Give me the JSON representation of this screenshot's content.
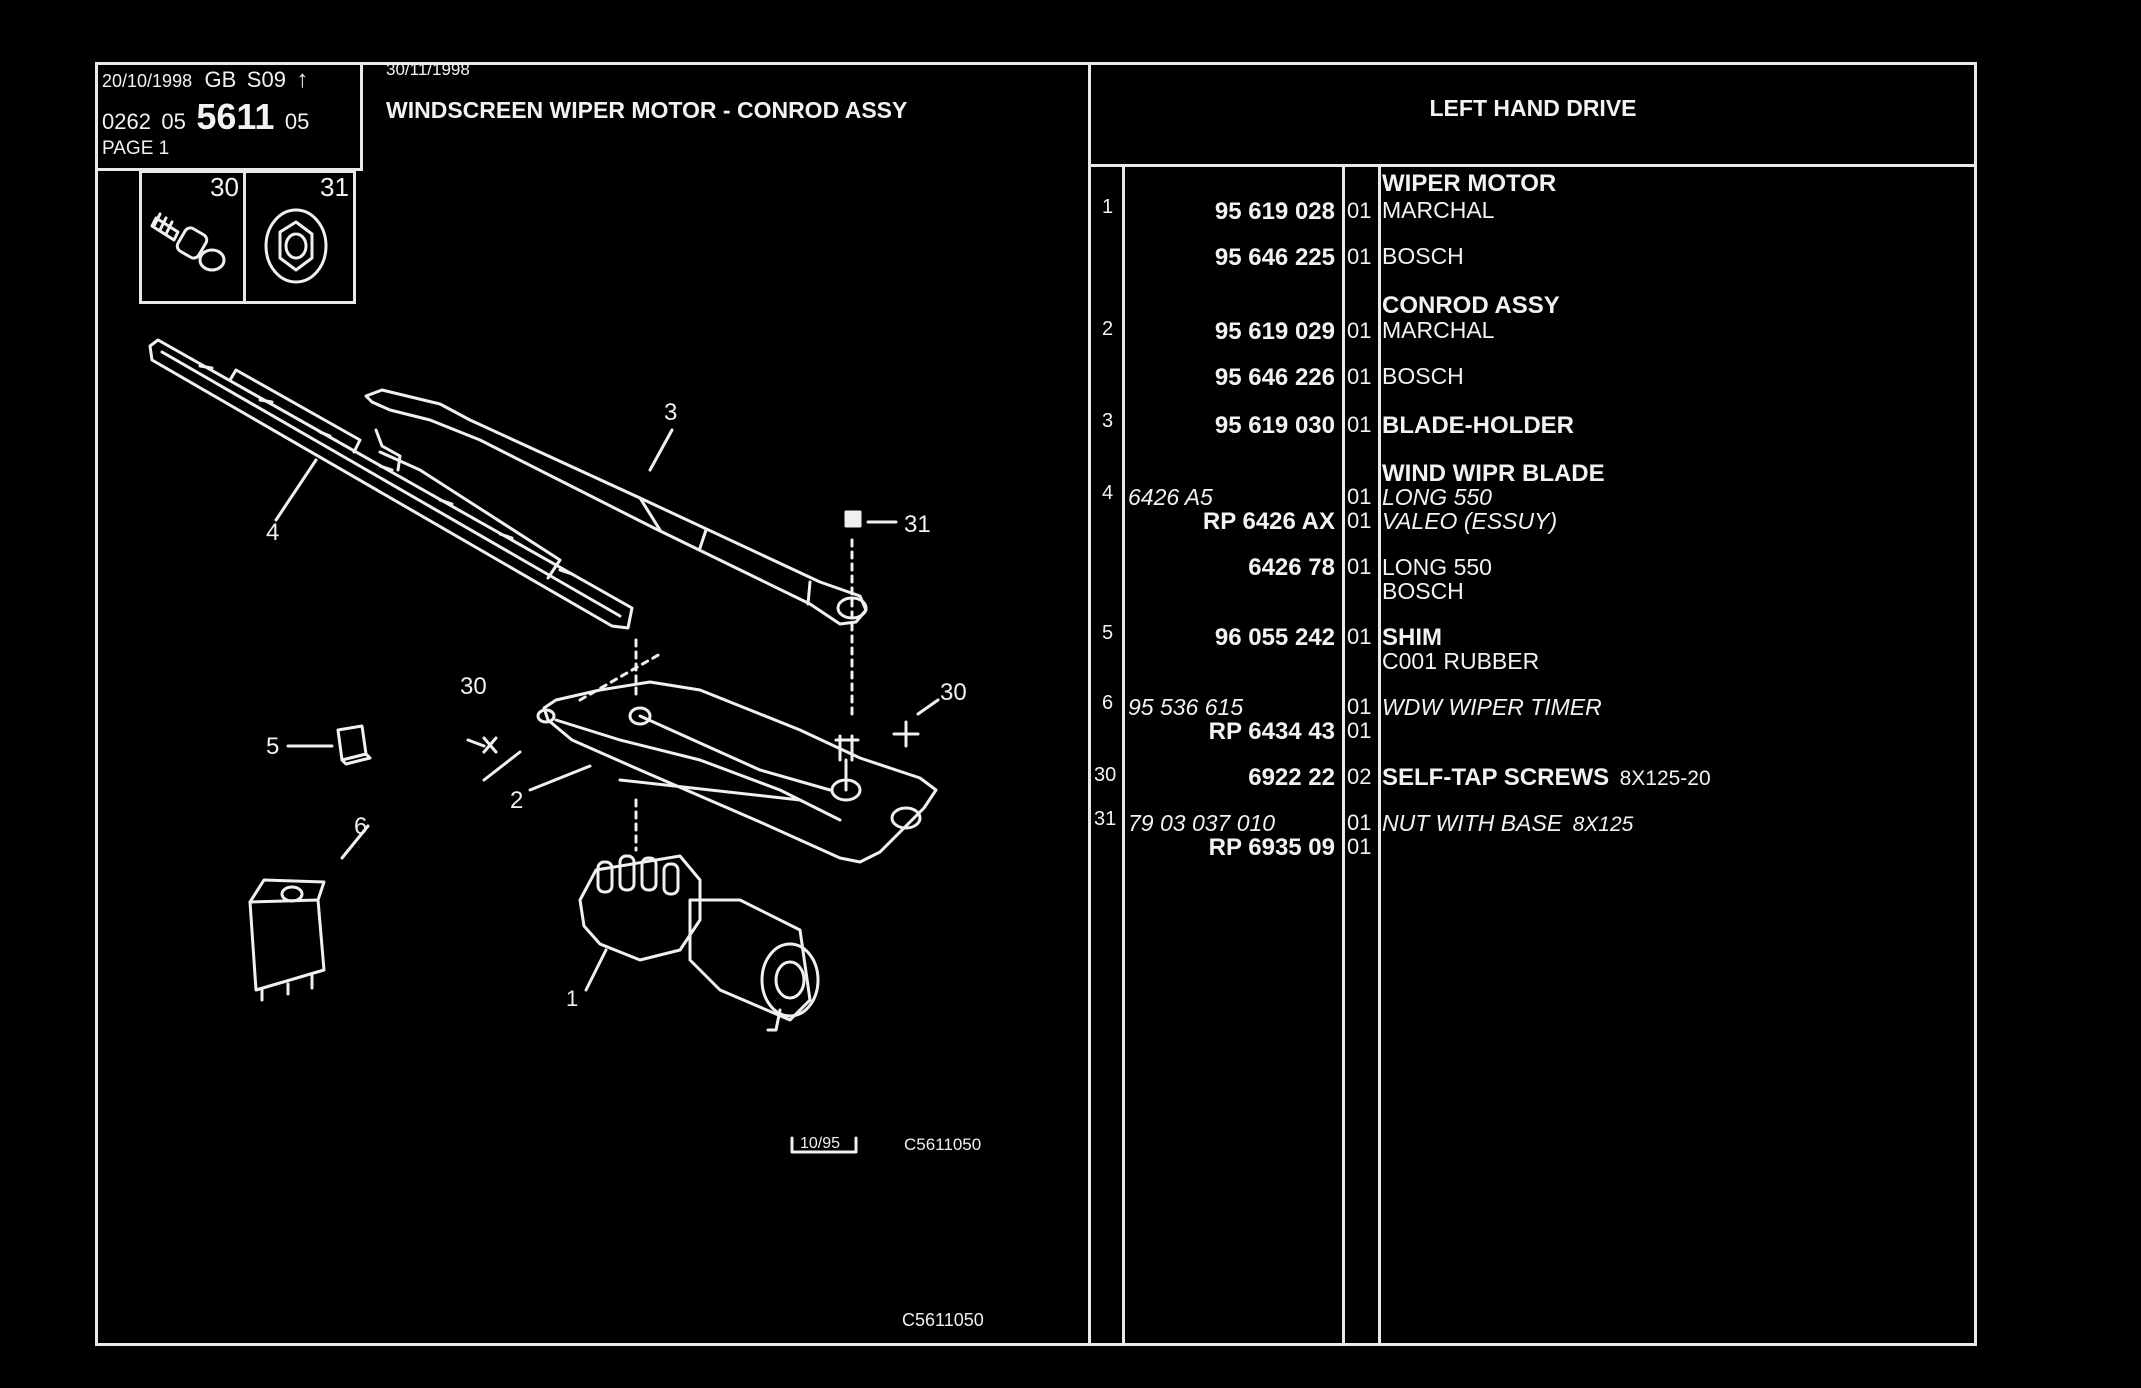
{
  "header": {
    "date1": "20/10/1998",
    "market": "GB",
    "season": "S09",
    "arrow": "↑",
    "code_a": "0262",
    "code_b": "05",
    "code_main": "5611",
    "code_c": "05",
    "page": "PAGE 1",
    "date2": "30/11/1998",
    "title": "WINDSCREEN WIPER MOTOR - CONROD ASSY",
    "drive": "LEFT HAND DRIVE"
  },
  "inset_labels": [
    "30",
    "31"
  ],
  "diagram": {
    "callouts": [
      "1",
      "2",
      "3",
      "4",
      "5",
      "6",
      "30",
      "30",
      "31"
    ],
    "stamp": "10/95",
    "ref_inner": "C5611050",
    "ref_bottom": "C5611050"
  },
  "parts": [
    {
      "item": "1",
      "ref": "95 619 028",
      "qty": "01",
      "heading": "WIPER MOTOR",
      "desc": "MARCHAL"
    },
    {
      "item": "",
      "ref": "95 646 225",
      "qty": "01",
      "desc": "BOSCH"
    },
    {
      "item": "2",
      "ref": "95 619 029",
      "qty": "01",
      "heading": "CONROD ASSY",
      "desc": "MARCHAL"
    },
    {
      "item": "",
      "ref": "95 646 226",
      "qty": "01",
      "desc": "BOSCH"
    },
    {
      "item": "3",
      "ref": "95 619 030",
      "qty": "01",
      "desc": "BLADE-HOLDER"
    },
    {
      "item": "4",
      "ref_a": "6426 A5",
      "ref": "RP  6426 AX",
      "qty_a": "01",
      "qty": "01",
      "heading": "WIND WIPR BLADE",
      "desc_a": "LONG 550",
      "desc": "VALEO (ESSUY)"
    },
    {
      "item": "",
      "ref": "6426 78",
      "qty": "01",
      "desc": "LONG 550",
      "desc2": "BOSCH"
    },
    {
      "item": "5",
      "ref": "96 055 242",
      "qty": "01",
      "desc": "SHIM",
      "desc2": "C001 RUBBER"
    },
    {
      "item": "6",
      "ref_a": "95 536 615",
      "ref": "RP  6434 43",
      "qty_a": "01",
      "qty": "01",
      "desc_a": "WDW WIPER TIMER"
    },
    {
      "item": "30",
      "ref": "6922 22",
      "qty": "02",
      "desc": "SELF-TAP SCREWS",
      "desc_suffix": "8X125-20"
    },
    {
      "item": "31",
      "ref_a": "79 03 037 010",
      "ref": "RP  6935 09",
      "qty_a": "01",
      "qty": "01",
      "desc_a": "NUT WITH BASE",
      "desc_suffix": "8X125"
    }
  ]
}
